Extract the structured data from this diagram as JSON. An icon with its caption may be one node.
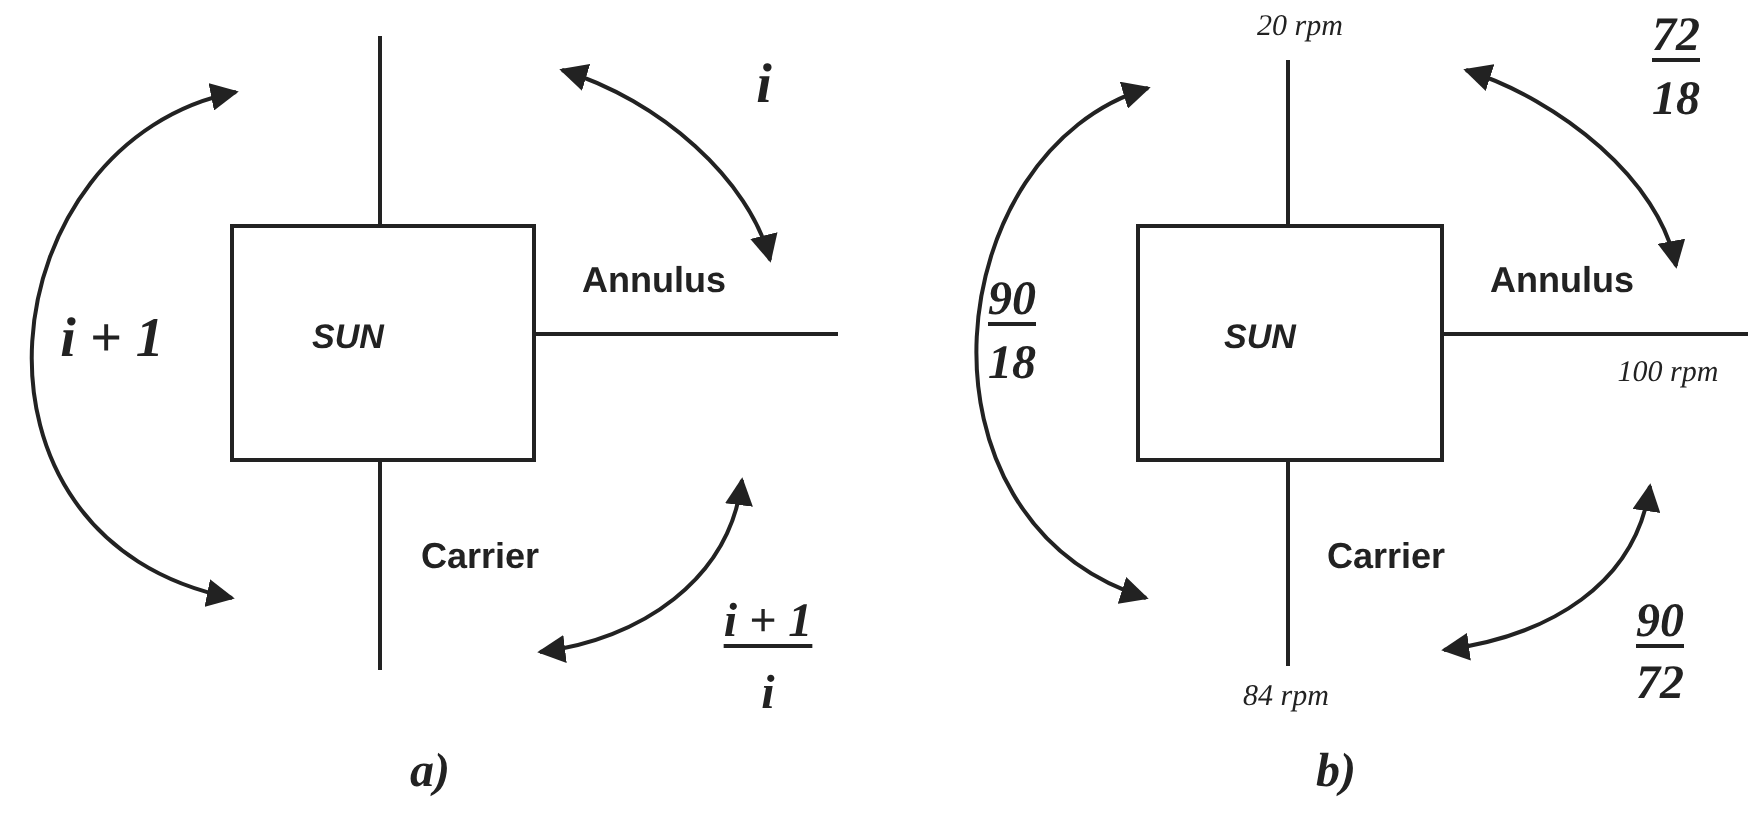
{
  "diagram": {
    "nodes": [
      {
        "text": [
          "SUN"
        ]
      },
      {
        "text": [
          "SUN"
        ]
      }
    ],
    "labels": [
      "i + 1",
      "i",
      "Annulus",
      "Carrier",
      "i + 1",
      "i",
      "a)",
      "20 rpm",
      "72",
      "18",
      "90",
      "18",
      "Annulus",
      "100 rpm",
      "Carrier",
      "90",
      "72",
      "84 rpm",
      "b)"
    ]
  }
}
